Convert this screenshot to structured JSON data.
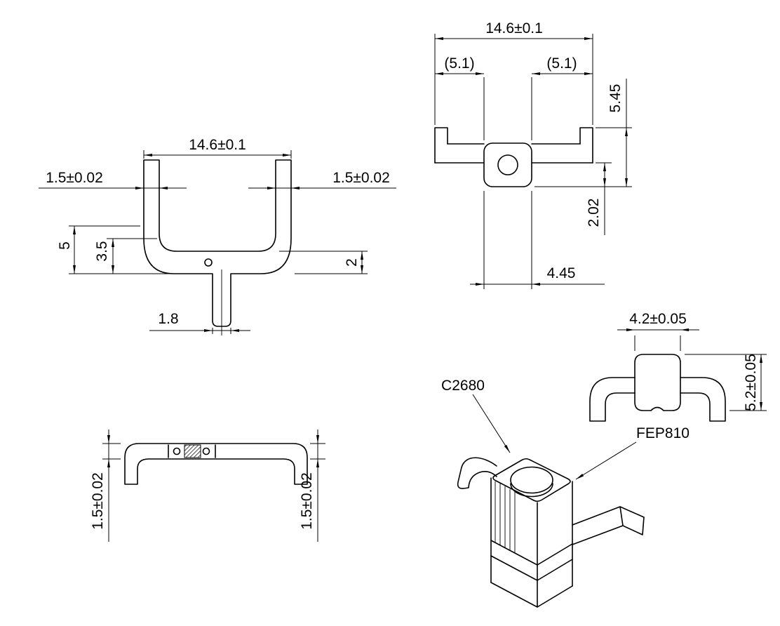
{
  "colors": {
    "background": "#ffffff",
    "line": "#000000"
  },
  "front_view": {
    "width": "14.6±0.1",
    "arm_left": "1.5±0.02",
    "arm_right": "1.5±0.02",
    "total_height": "5",
    "inner_height": "3.5",
    "base_thickness": "2",
    "tab_width": "1.8"
  },
  "top_view": {
    "width": "14.6±0.1",
    "ref_left": "(5.1)",
    "ref_right": "(5.1)",
    "depth": "5.45",
    "wire": "2.02",
    "body_width": "4.45"
  },
  "side_view": {
    "width": "4.2±0.05",
    "height": "5.2±0.05"
  },
  "bottom_view": {
    "left": "1.5±0.02",
    "right": "1.5±0.02"
  },
  "iso_view": {
    "metal_label": "C2680",
    "plastic_label": "FEP810"
  }
}
